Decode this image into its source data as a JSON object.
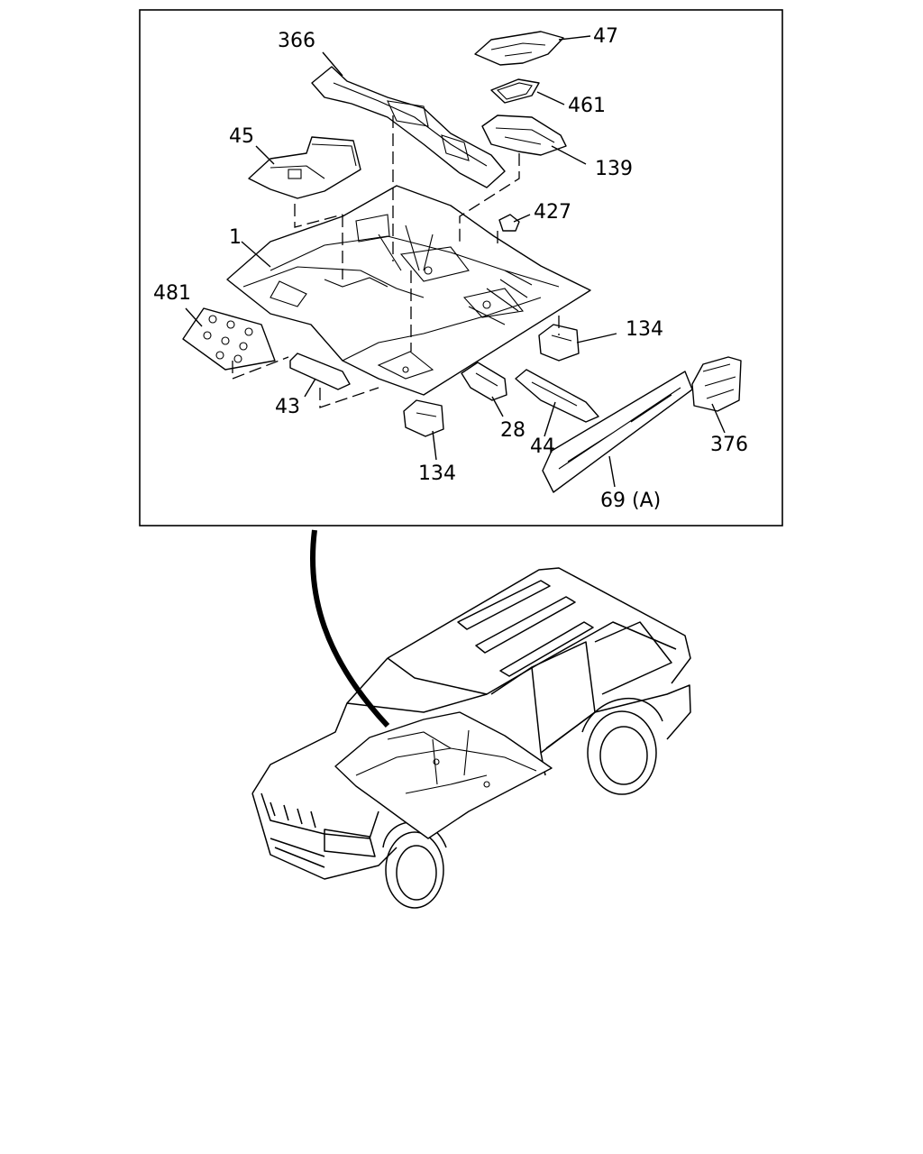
{
  "diagram": {
    "callouts": [
      {
        "id": "366",
        "label": "366"
      },
      {
        "id": "47",
        "label": "47"
      },
      {
        "id": "461",
        "label": "461"
      },
      {
        "id": "45",
        "label": "45"
      },
      {
        "id": "139",
        "label": "139"
      },
      {
        "id": "427",
        "label": "427"
      },
      {
        "id": "1",
        "label": "1"
      },
      {
        "id": "481",
        "label": "481"
      },
      {
        "id": "134a",
        "label": "134"
      },
      {
        "id": "43",
        "label": "43"
      },
      {
        "id": "28",
        "label": "28"
      },
      {
        "id": "44",
        "label": "44"
      },
      {
        "id": "376",
        "label": "376"
      },
      {
        "id": "134b",
        "label": "134"
      },
      {
        "id": "69",
        "label": "69 (A)"
      }
    ]
  }
}
